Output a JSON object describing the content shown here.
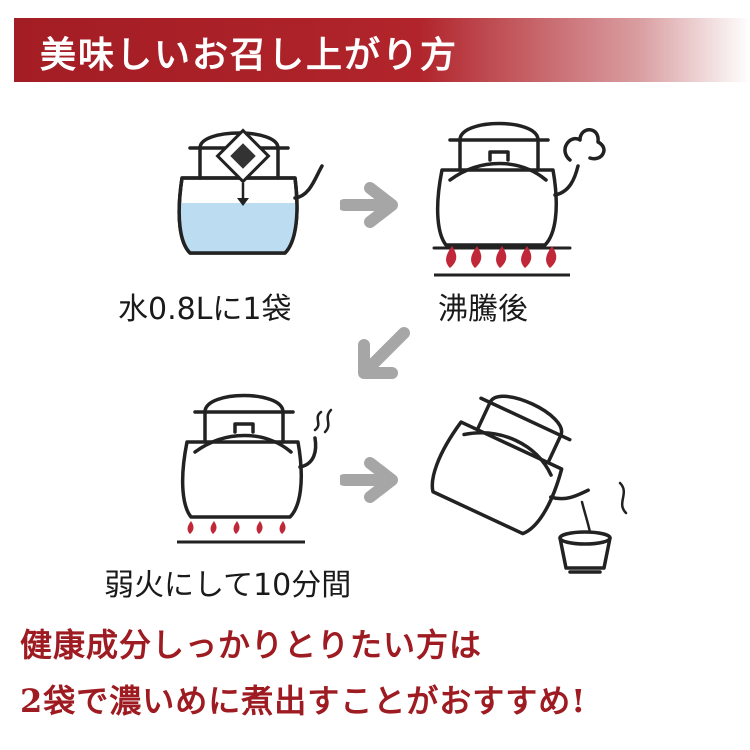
{
  "header": {
    "title": "美味しいお召し上がり方"
  },
  "steps": [
    {
      "label": "水0.8Lに1袋",
      "illustration": "kettle-with-water-and-tea-bag"
    },
    {
      "label": "沸騰後",
      "illustration": "kettle-steaming-on-flame"
    },
    {
      "label": "弱火にして10分間",
      "illustration": "kettle-on-low-flame"
    },
    {
      "label": "",
      "illustration": "kettle-pouring-into-cup"
    }
  ],
  "closing": {
    "line1": "健康成分しっかりとりたい方は",
    "line2": "2袋で濃いめに煮出すことがおすすめ!"
  },
  "colors": {
    "accent": "#a31d24",
    "water": "#bcdcf2",
    "flame": "#c0283a",
    "arrow": "#a6a6a6"
  }
}
